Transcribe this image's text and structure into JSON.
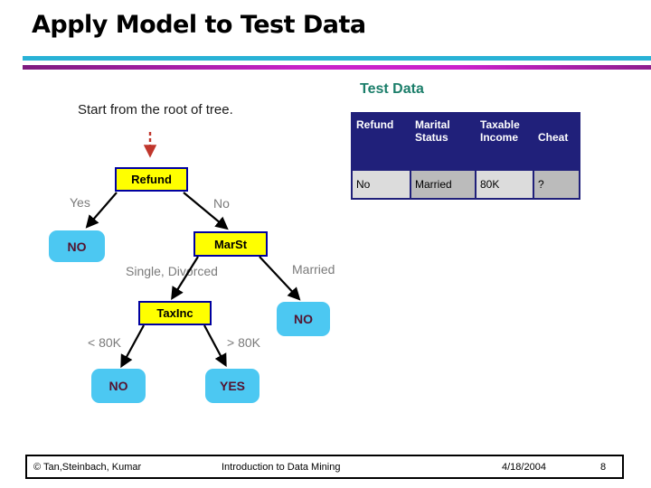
{
  "slide": {
    "title": "Apply Model to Test Data",
    "annotation": "Start from the root of tree."
  },
  "test_data": {
    "caption": "Test Data",
    "headers": [
      "Refund",
      "Marital Status",
      "Taxable Income",
      "Cheat"
    ],
    "row": [
      "No",
      "Married",
      "80K",
      "?"
    ]
  },
  "tree": {
    "nodes": {
      "refund": "Refund",
      "marst": "MarSt",
      "taxinc": "TaxInc"
    },
    "leaves": {
      "refund_yes": "NO",
      "marst_married": "NO",
      "taxinc_low": "NO",
      "taxinc_high": "YES"
    },
    "branches": {
      "refund_yes": "Yes",
      "refund_no": "No",
      "marst_single": "Single, Divorced",
      "marst_married": "Married",
      "taxinc_low": "< 80K",
      "taxinc_high": "> 80K"
    }
  },
  "footer": {
    "copyright": "© Tan,Steinbach, Kumar",
    "center": "Introduction to Data Mining",
    "date": "4/18/2004",
    "page": "8"
  },
  "colors": {
    "node_fill": "#ffff00",
    "node_border": "#0000a0",
    "leaf_fill": "#4cc8f2",
    "leaf_text": "#541430",
    "table_navy": "#20207a",
    "heading_teal": "#1b7e6a",
    "rule_cyan": "#29b2d6",
    "rule_magenta": "#c922c9",
    "start_arrow_red": "#c0362c",
    "branch_label_gray": "#7a7a7a"
  }
}
